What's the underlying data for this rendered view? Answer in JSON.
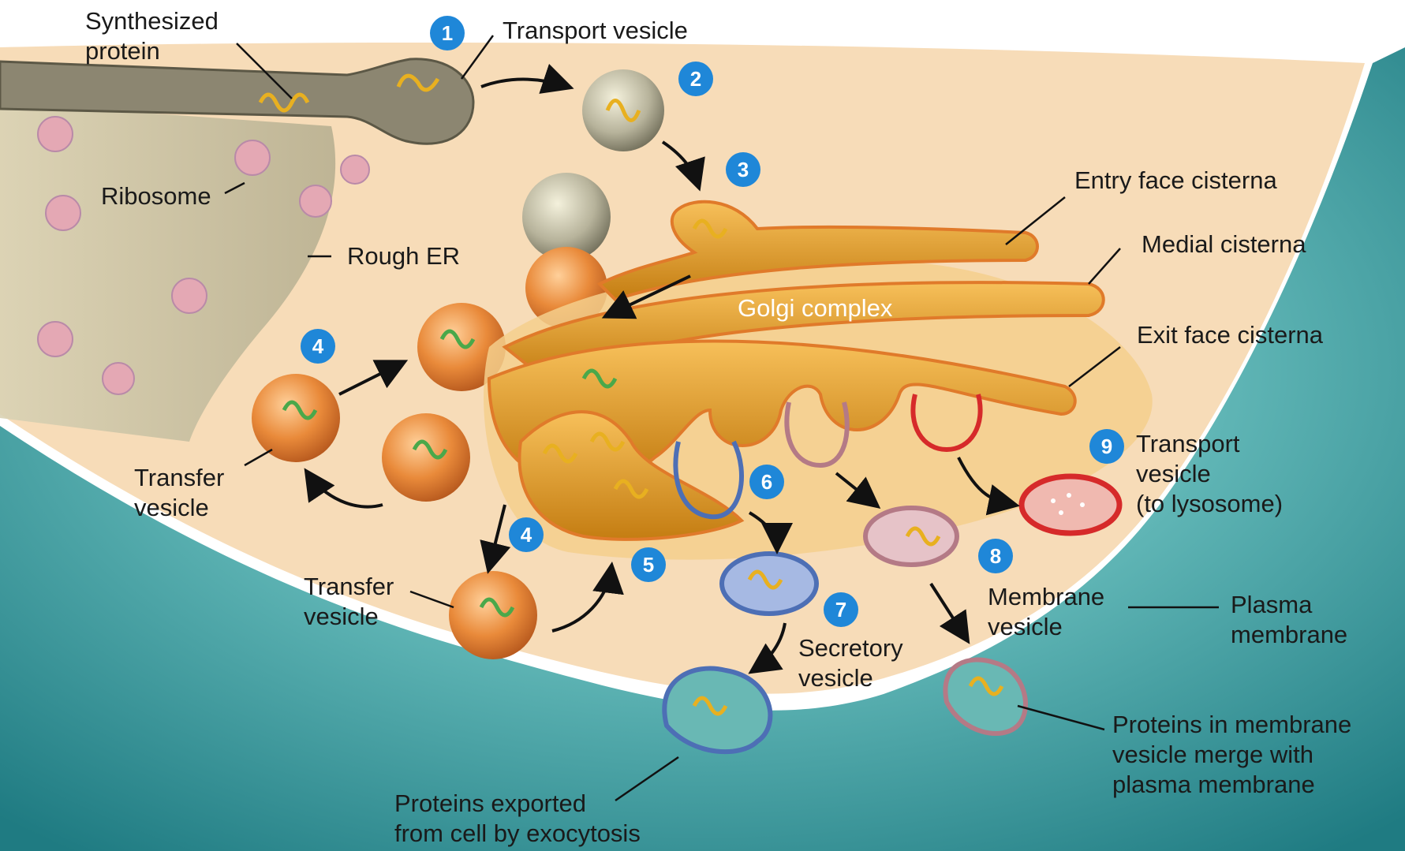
{
  "labels": {
    "synthesized_protein": "Synthesized\nprotein",
    "transport_vesicle": "Transport vesicle",
    "ribosome": "Ribosome",
    "rough_er": "Rough ER",
    "entry_face": "Entry face cisterna",
    "medial": "Medial cisterna",
    "golgi_complex": "Golgi complex",
    "exit_face": "Exit face cisterna",
    "transfer_vesicle_upper": "Transfer\nvesicle",
    "transfer_vesicle_lower": "Transfer\nvesicle",
    "transport_vesicle_lysosome": "Transport\nvesicle\n(to lysosome)",
    "membrane_vesicle": "Membrane\nvesicle",
    "plasma_membrane": "Plasma\nmembrane",
    "secretory_vesicle": "Secretory\nvesicle",
    "proteins_merge": "Proteins in membrane\nvesicle merge with\nplasma membrane",
    "proteins_exported": "Proteins exported\nfrom cell by exocytosis"
  },
  "steps": [
    "1",
    "2",
    "3",
    "4",
    "4",
    "5",
    "6",
    "7",
    "8",
    "9"
  ],
  "colors": {
    "step_badge": "#1f87d8",
    "cytoplasm": "#f7dcb8",
    "plasma_membrane": "#2f8f96",
    "rough_er": "#9a9478",
    "golgi": "#e2a02a",
    "transfer_vesicle": "#e48a3c",
    "secretory_vesicle": "#4d6fb5",
    "membrane_vesicle": "#b47a86",
    "lysosome_vesicle": "#d62a2a",
    "protein": "#e8b020",
    "protein_green": "#4aa84a"
  }
}
